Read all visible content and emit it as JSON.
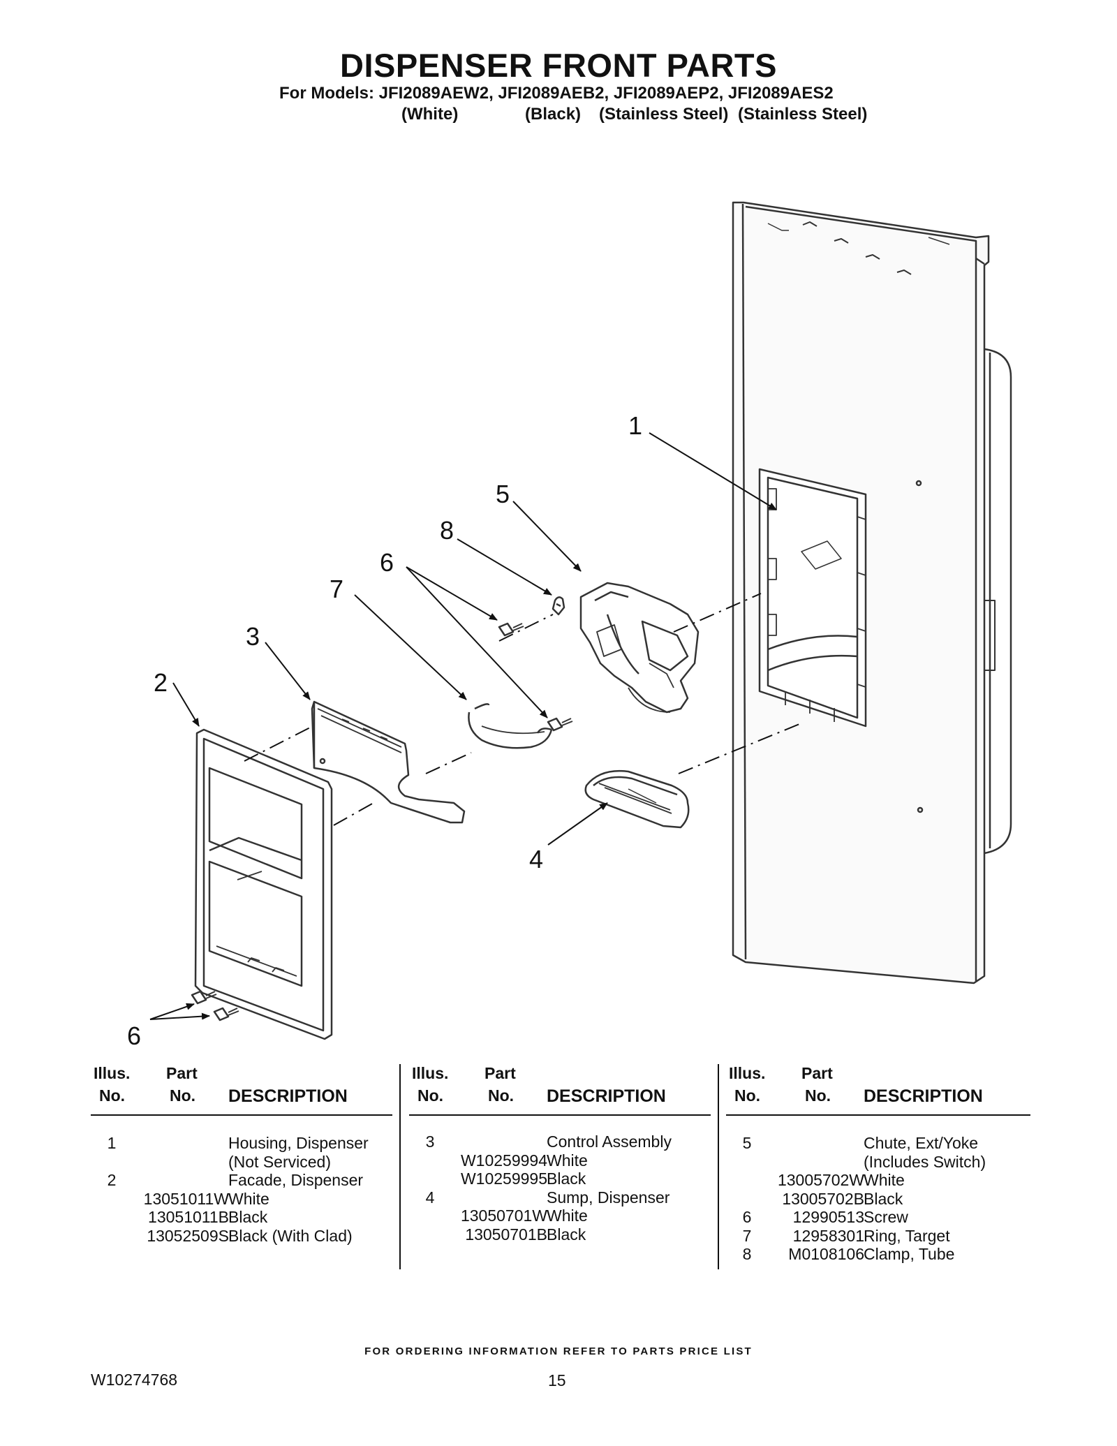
{
  "header": {
    "title": "DISPENSER FRONT PARTS",
    "models": "For Models: JFI2089AEW2, JFI2089AEB2, JFI2089AEP2, JFI2089AES2",
    "colors": [
      "(White)",
      "(Black)",
      "(Stainless Steel)",
      "(Stainless Steel)"
    ]
  },
  "callouts": [
    "1",
    "2",
    "3",
    "4",
    "5",
    "6",
    "7",
    "8",
    "6"
  ],
  "table_headers": {
    "illus_line1": "Illus.",
    "illus_line2": "No.",
    "part_line1": "Part",
    "part_line2": "No.",
    "description": "DESCRIPTION"
  },
  "tables": [
    {
      "rows": [
        {
          "illus": "1",
          "part": "",
          "desc": "Housing, Dispenser"
        },
        {
          "illus": "",
          "part": "",
          "desc": "(Not Serviced)"
        },
        {
          "illus": "2",
          "part": "",
          "desc": "Facade, Dispenser"
        },
        {
          "illus": "",
          "part": "13051011W",
          "desc": "White"
        },
        {
          "illus": "",
          "part": "13051011B",
          "desc": "Black"
        },
        {
          "illus": "",
          "part": "13052509S",
          "desc": "Black (With Clad)"
        }
      ]
    },
    {
      "rows": [
        {
          "illus": "3",
          "part": "",
          "desc": "Control Assembly"
        },
        {
          "illus": "",
          "part": "W10259994",
          "desc": "White"
        },
        {
          "illus": "",
          "part": "W10259995",
          "desc": "Black"
        },
        {
          "illus": "4",
          "part": "",
          "desc": "Sump, Dispenser"
        },
        {
          "illus": "",
          "part": "13050701W",
          "desc": "White"
        },
        {
          "illus": "",
          "part": "13050701B",
          "desc": "Black"
        }
      ]
    },
    {
      "rows": [
        {
          "illus": "5",
          "part": "",
          "desc": "Chute, Ext/Yoke"
        },
        {
          "illus": "",
          "part": "",
          "desc": "(Includes Switch)"
        },
        {
          "illus": "",
          "part": "13005702W",
          "desc": "White"
        },
        {
          "illus": "",
          "part": "13005702B",
          "desc": "Black"
        },
        {
          "illus": "6",
          "part": "12990513",
          "desc": "Screw"
        },
        {
          "illus": "7",
          "part": "12958301",
          "desc": "Ring, Target"
        },
        {
          "illus": "8",
          "part": "M0108106",
          "desc": "Clamp, Tube"
        }
      ]
    }
  ],
  "footer": {
    "ordering": "FOR ORDERING INFORMATION REFER TO PARTS PRICE LIST",
    "doc_number": "W10274768",
    "page_number": "15"
  }
}
